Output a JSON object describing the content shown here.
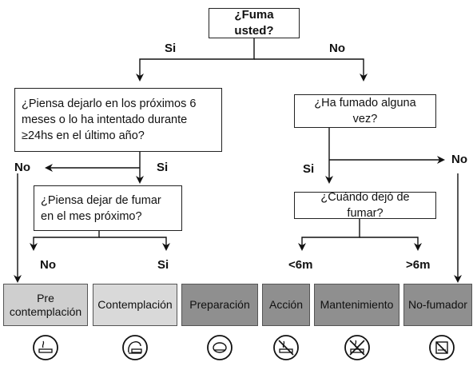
{
  "questions": {
    "q_smoke": "¿Fuma usted?",
    "q_plan6": "¿Piensa dejarlo en los próximos 6 meses o lo ha intentado durante ≥24hs en el último año?",
    "q_plan1": "¿Piensa dejar de fumar en el mes próximo?",
    "q_ever": "¿Ha fumado alguna vez?",
    "q_when": "¿Cuándo dejó de fumar?"
  },
  "labels": {
    "si_left": "Si",
    "no_right": "No",
    "no_plan6": "No",
    "si_plan6": "Si",
    "no_plan1": "No",
    "si_plan1": "Si",
    "si_ever": "Si",
    "no_ever": "No",
    "lt6m": "<6m",
    "gt6m": ">6m"
  },
  "stages": [
    {
      "label": "Pre\ncontemplación",
      "fill": "#cfcfcf",
      "icon": "cigarette-icon"
    },
    {
      "label": "Contemplación",
      "fill": "#d9d9d9",
      "icon": "cigarette-hand-icon"
    },
    {
      "label": "Preparación",
      "fill": "#8f8f8f",
      "icon": "cigarette-ashtray-icon"
    },
    {
      "label": "Acción",
      "fill": "#8f8f8f",
      "icon": "crossed-cigarette-icon"
    },
    {
      "label": "Mantenimiento",
      "fill": "#8f8f8f",
      "icon": "no-smoking-icon"
    },
    {
      "label": "No-fumador",
      "fill": "#8f8f8f",
      "icon": "no-smoking-square-icon"
    }
  ]
}
